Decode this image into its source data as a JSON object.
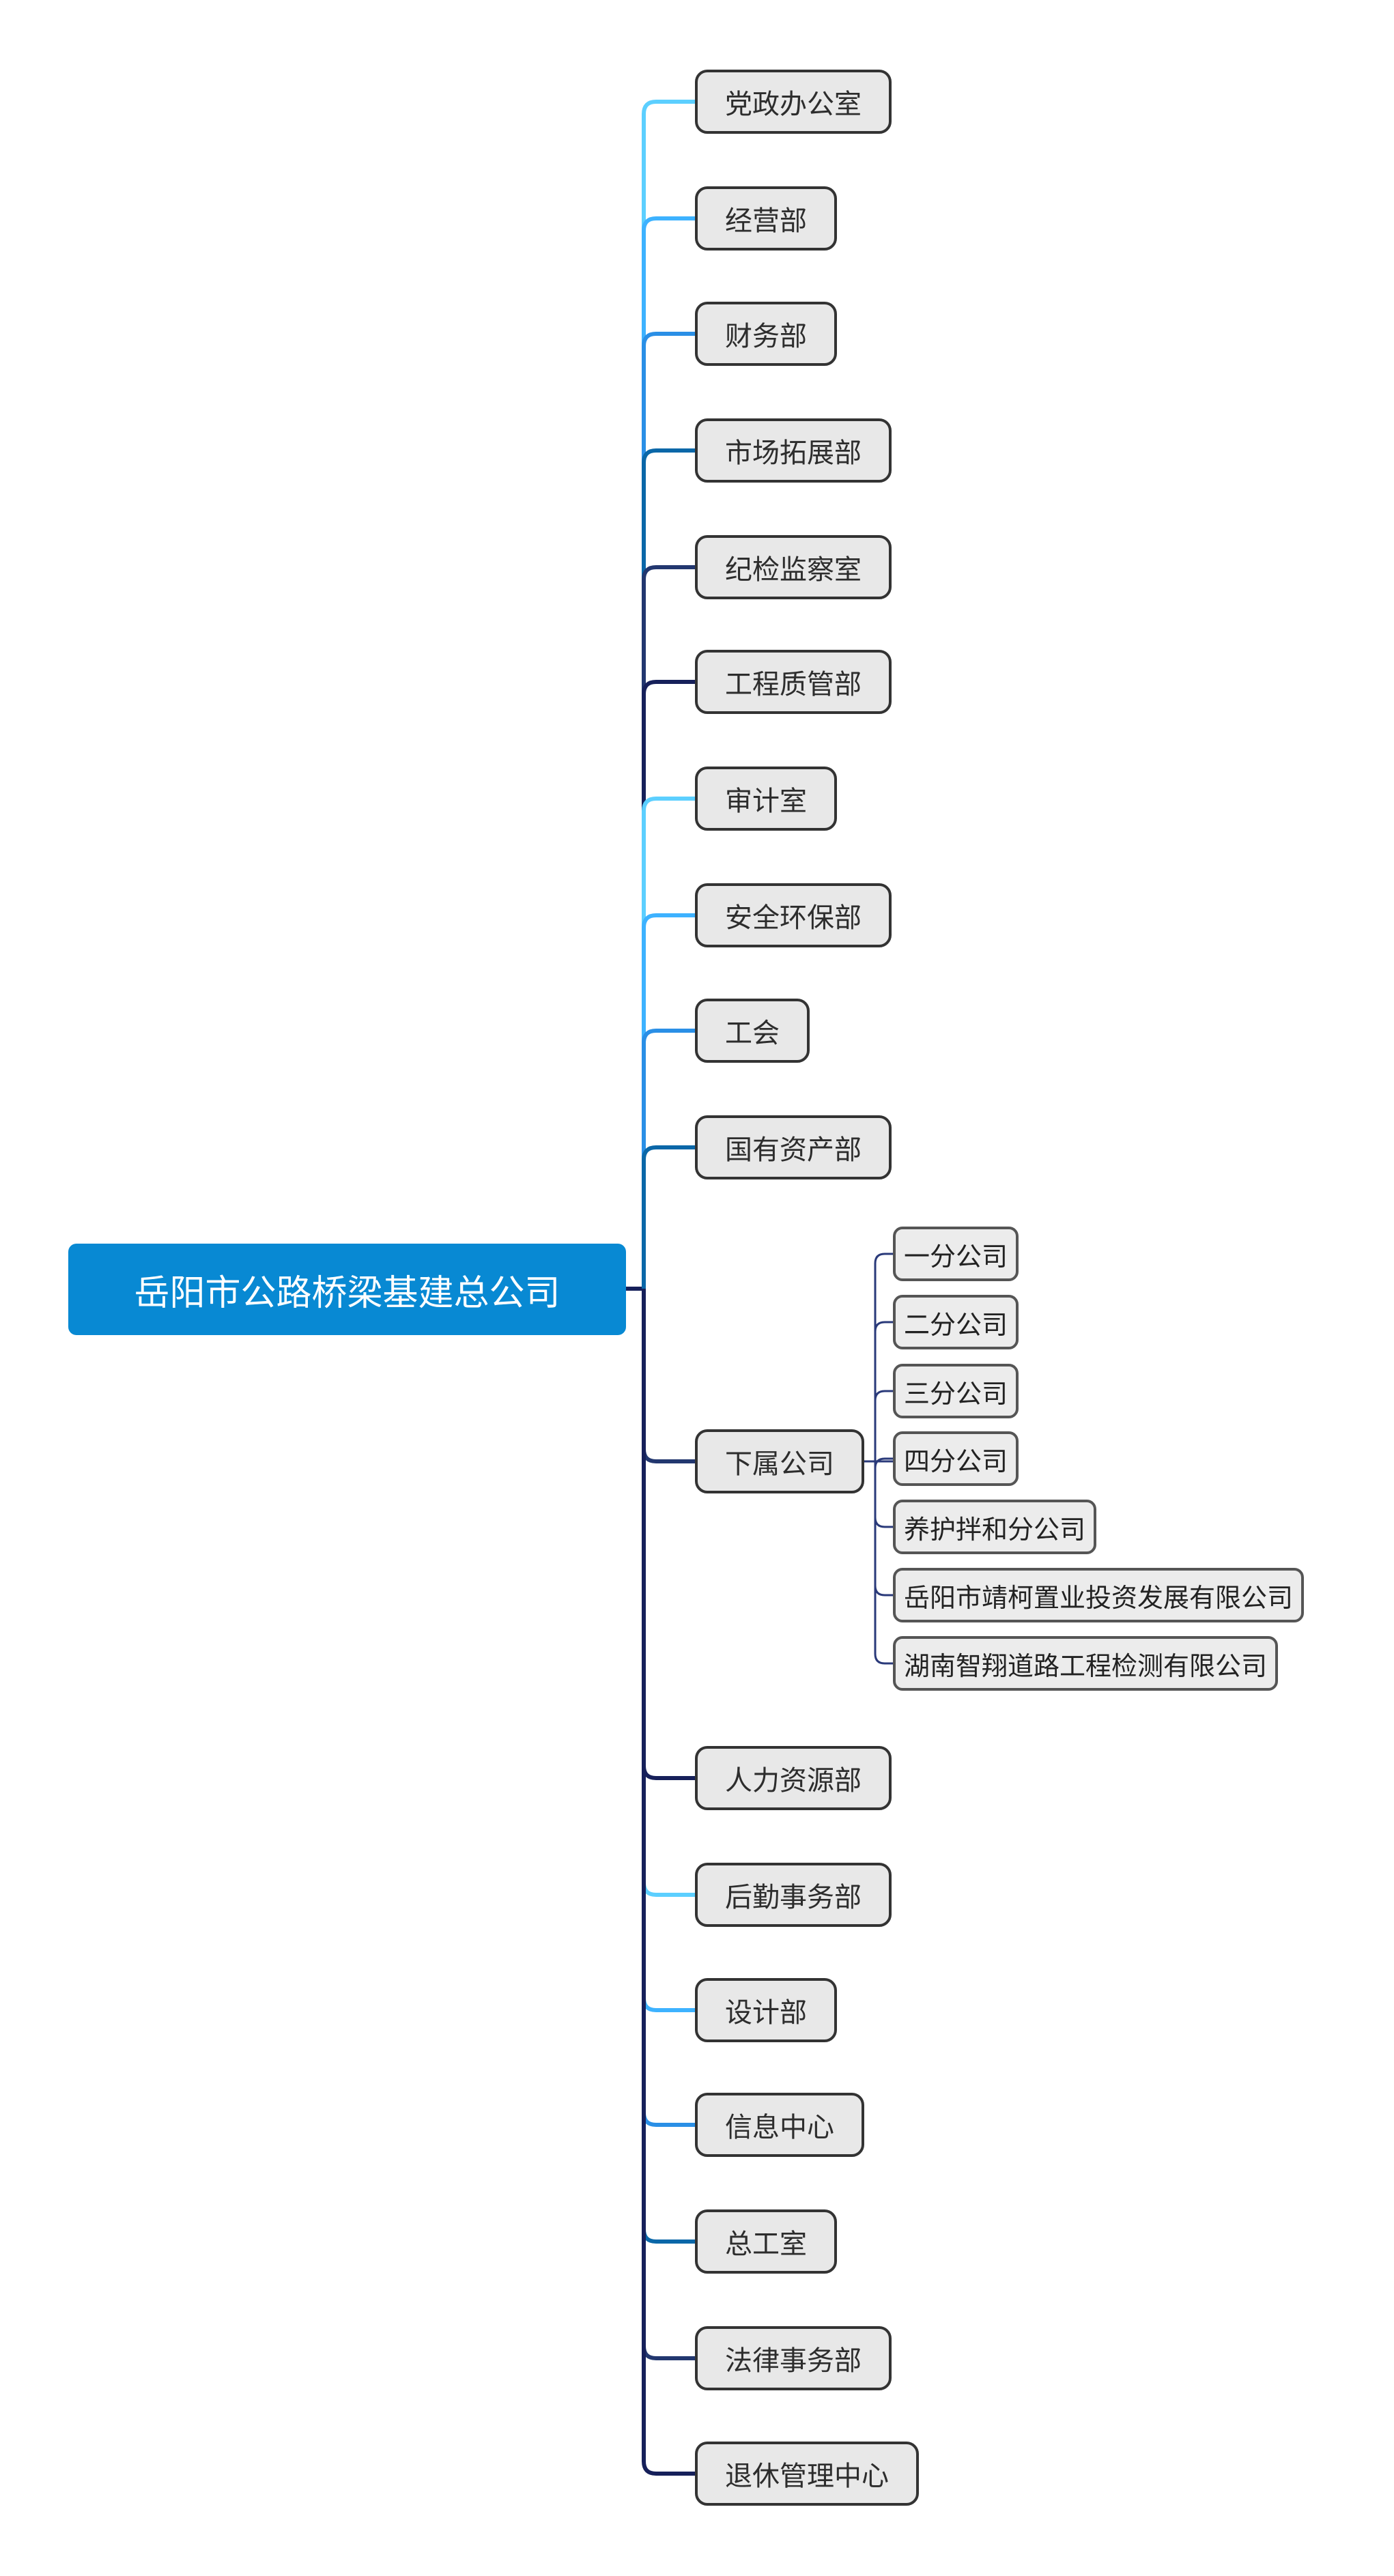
{
  "root": {
    "label": "岳阳市公路桥梁基建总公司",
    "color": "#0889d3"
  },
  "departments": [
    {
      "label": "党政办公室"
    },
    {
      "label": "经营部"
    },
    {
      "label": "财务部"
    },
    {
      "label": "市场拓展部"
    },
    {
      "label": "纪检监察室"
    },
    {
      "label": "工程质管部"
    },
    {
      "label": "审计室"
    },
    {
      "label": "安全环保部"
    },
    {
      "label": "工会"
    },
    {
      "label": "国有资产部"
    },
    {
      "label": "下属公司",
      "children": [
        {
          "label": "一分公司"
        },
        {
          "label": "二分公司"
        },
        {
          "label": "三分公司"
        },
        {
          "label": "四分公司"
        },
        {
          "label": "养护拌和分公司"
        },
        {
          "label": "岳阳市靖柯置业投资发展有限公司"
        },
        {
          "label": "湖南智翔道路工程检测有限公司"
        }
      ]
    },
    {
      "label": "人力资源部"
    },
    {
      "label": "后勤事务部"
    },
    {
      "label": "设计部"
    },
    {
      "label": "信息中心"
    },
    {
      "label": "总工室"
    },
    {
      "label": "法律事务部"
    },
    {
      "label": "退休管理中心"
    }
  ],
  "branch_colors": [
    "#5ccfff",
    "#3db2ff",
    "#2a8fe6",
    "#0a67a8",
    "#22376f",
    "#16205a"
  ],
  "sub_line_color": "#2a3a7a"
}
